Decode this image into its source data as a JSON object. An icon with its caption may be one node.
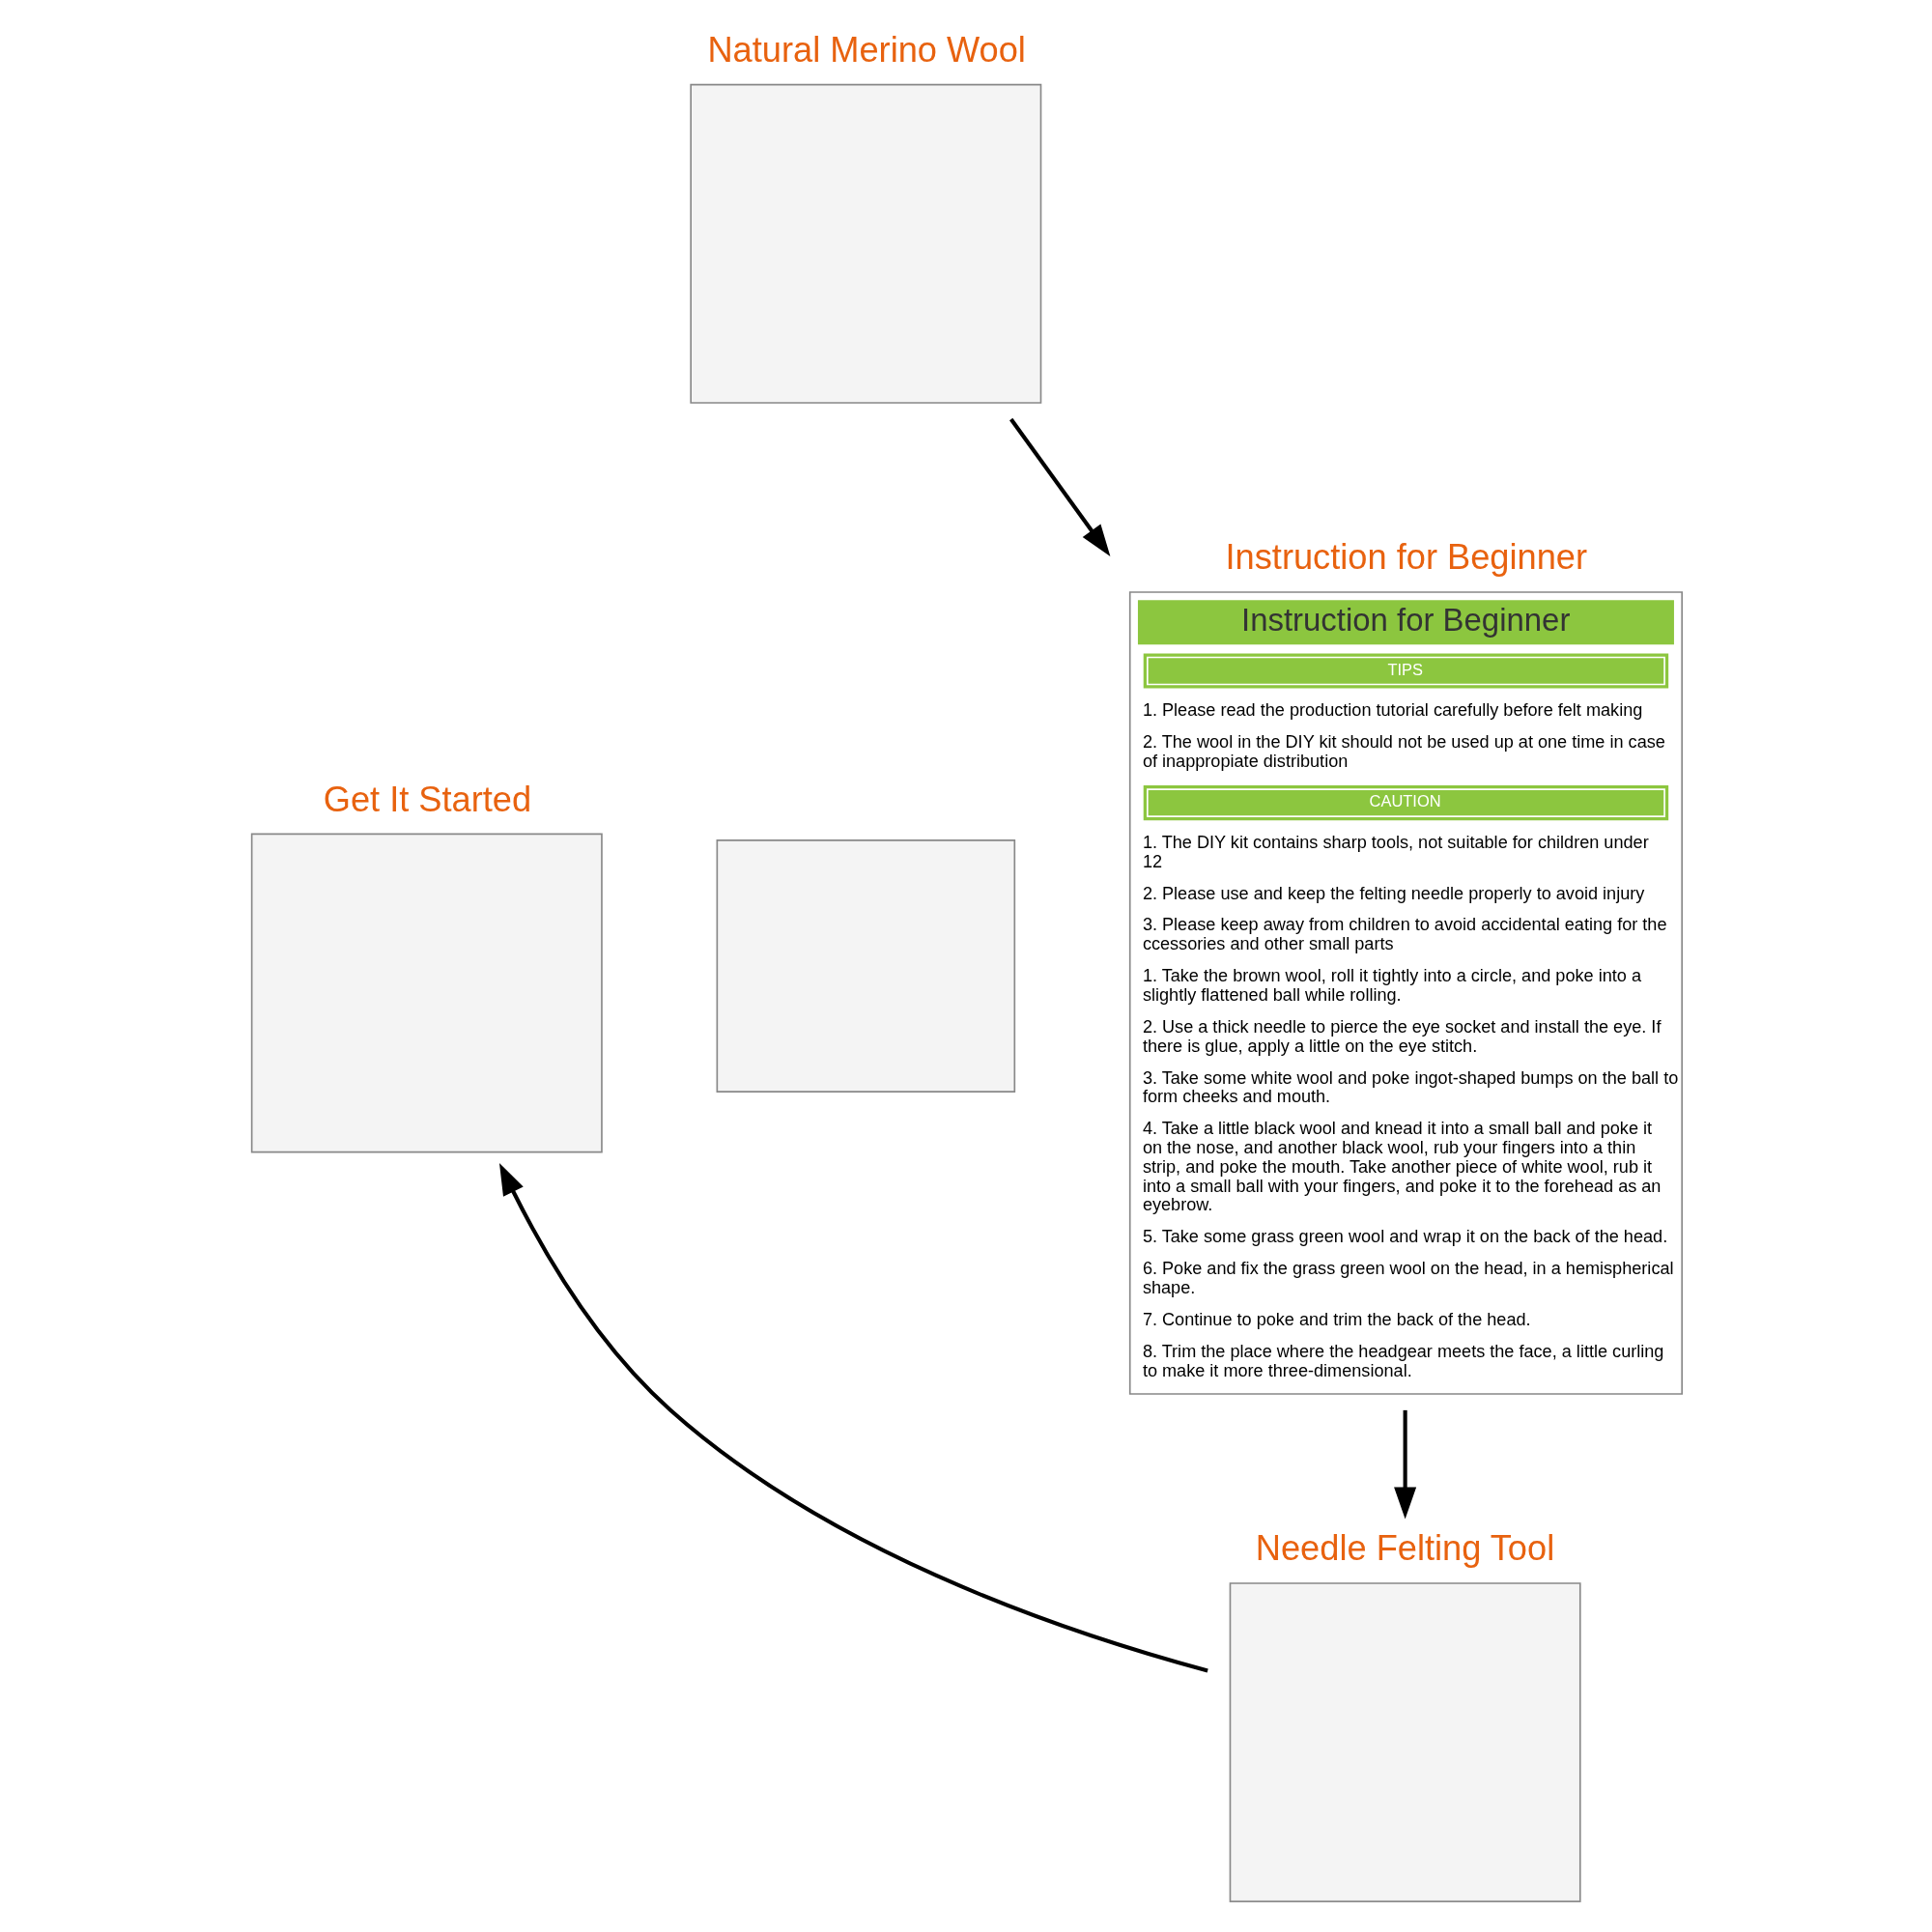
{
  "diagram": {
    "nodes": [
      {
        "text": [
          "Natural Merino Wool"
        ]
      },
      {
        "text": [
          "Get It Started"
        ]
      },
      {
        "text": [],
        "shape": "box"
      },
      {
        "text": [
          "Instruction for Beginner",
          "Instruction for Beginner",
          "TIPS",
          "1. Please read the production tutorial carefully before felt making",
          "2. The wool in the DIY kit should not be used up at one time in case of inappropiate distribution",
          "CAUTION",
          "1. The DIY kit contains sharp tools, not suitable for children under 12",
          "2. Please use and keep the felting needle properly to avoid injury",
          "3. Please keep away from children to avoid accidental eating for the ccessories and other small parts",
          "1. Take the brown wool, roll it tightly into a circle, and poke into a slightly flattened ball while rolling.",
          "2. Use a thick needle to pierce the eye socket and install the eye. If there is glue, apply a little on the eye stitch.",
          "3. Take some white wool and poke ingot-shaped bumps on the ball to form cheeks and mouth.",
          "4. Take a little black wool and knead it into a small ball and poke it on the nose, and another black wool, rub your fingers into a thin strip, and poke the mouth. Take another piece of white wool, rub it into a small ball with your fingers, and poke it to the forehead as an eyebrow.",
          "5. Take some grass green wool and wrap it on the back of the head.",
          "6. Poke and fix the grass green wool on the head, in a hemispherical shape.",
          "7. Continue to poke and trim the back of the head.",
          "8. Trim the place where the headgear meets the face, a little curling to make it more three-dimensional."
        ]
      },
      {
        "text": [
          "Needle Felting Tool"
        ]
      }
    ],
    "edges": [
      {
        "from": 0,
        "to": 3,
        "arrow": "to"
      },
      {
        "from": 3,
        "to": 4,
        "arrow": "to"
      },
      {
        "from": 4,
        "to": 1,
        "arrow": "to"
      }
    ]
  }
}
